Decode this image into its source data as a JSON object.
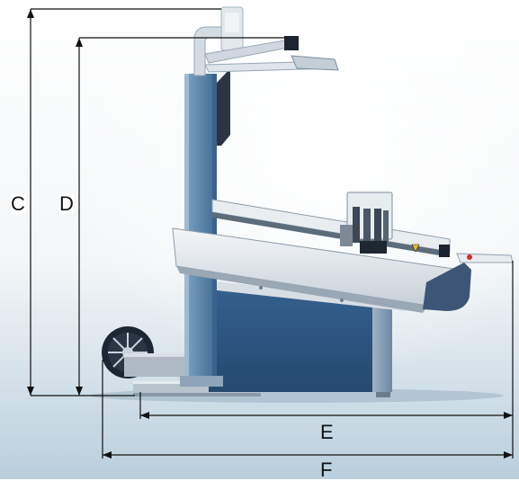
{
  "dimensions": {
    "c": "C",
    "d": "D",
    "e": "E",
    "f": "F"
  },
  "colors": {
    "background_top": "#ffffff",
    "background_bottom": "#b9cfdc",
    "machine_grey": "#cfd8e0",
    "column_blue": "#5f87ab",
    "base_navy": "#2f5884",
    "dimension_line": "#111111",
    "emergency_red": "#d42b2b"
  }
}
